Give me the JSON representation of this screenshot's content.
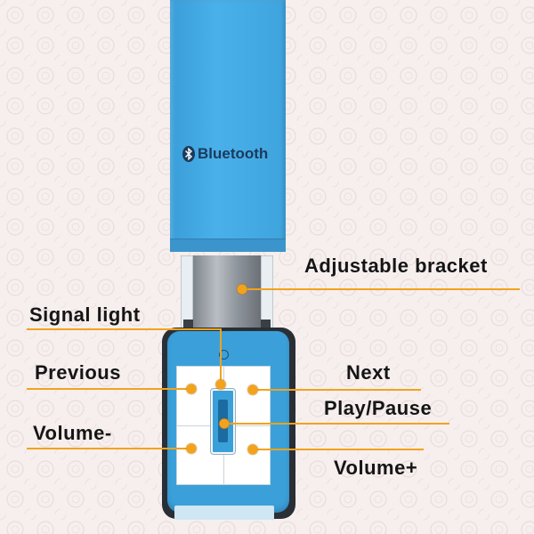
{
  "brand": {
    "text": "Bluetooth",
    "icon": "bluetooth-icon"
  },
  "labels": {
    "adjustable_bracket": "Adjustable bracket",
    "signal_light": "Signal light",
    "previous": "Previous",
    "next": "Next",
    "play_pause": "Play/Pause",
    "volume_minus": "Volume-",
    "volume_plus": "Volume+"
  },
  "colors": {
    "product_blue": "#3ba0da",
    "callout_orange": "#f3a21c",
    "background": "#f6efee"
  }
}
